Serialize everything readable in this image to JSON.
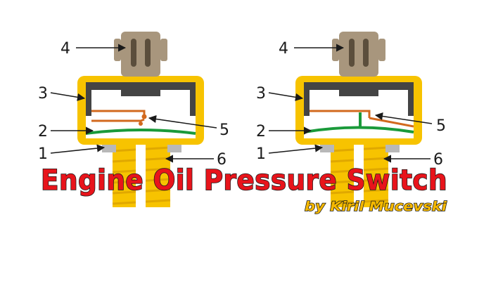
{
  "title": "Engine Oil Pressure Switch",
  "byline": "by Kiril Mucevski",
  "callouts": {
    "left": {
      "n1": "1",
      "n2": "2",
      "n3": "3",
      "n4": "4",
      "n5": "5",
      "n6": "6"
    },
    "right": {
      "n1": "1",
      "n2": "2",
      "n3": "3",
      "n4": "4",
      "n5": "5",
      "n6": "6"
    }
  },
  "colors": {
    "body": "#f7c300",
    "body_edge": "#e0a800",
    "housing": "#444444",
    "terminal": "#a8967d",
    "terminal_slot": "#5b4e3c",
    "contact": "#d2691e",
    "diaphragm": "#1a9a3a",
    "washer": "#b8b8b8",
    "title_fill": "#e8141b",
    "byline_fill": "#f5b800"
  }
}
